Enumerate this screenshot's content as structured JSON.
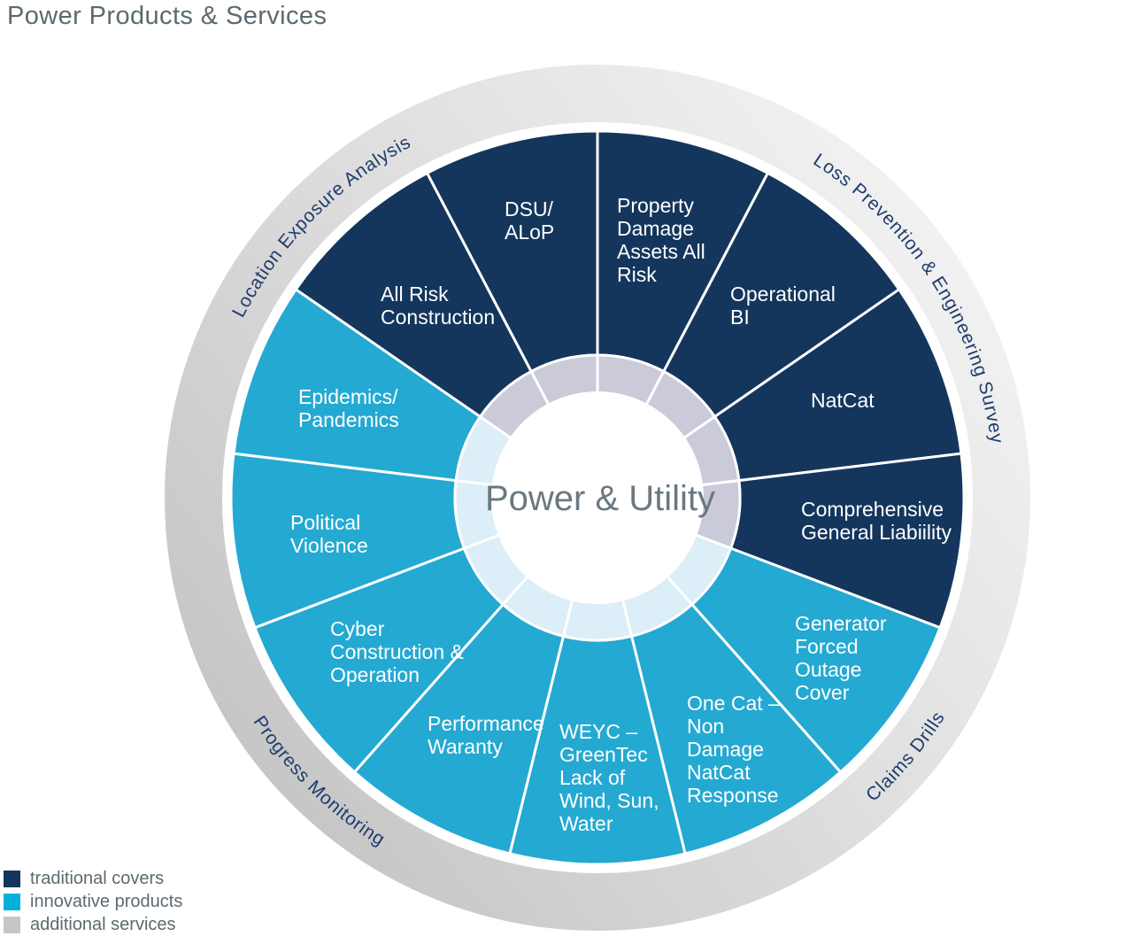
{
  "page": {
    "title": "Power Products & Services"
  },
  "legend": [
    {
      "label": "traditional covers",
      "color": "#14365D"
    },
    {
      "label": "innovative products",
      "color": "#00B1DC"
    },
    {
      "label": "additional services",
      "color": "#C6C6C6"
    }
  ],
  "chart_data": {
    "type": "pie",
    "variant": "sunburst-wheel-infographic",
    "title": "Power Products & Services",
    "center_label": "Power & Utility",
    "palette": {
      "traditional": "#14365D",
      "innovative": "#24A9D2",
      "traditional_tint": "#CBCAD8",
      "innovative_tint": "#DCEEF7",
      "outer_ring_gray_dark": "#C3C3C3",
      "outer_ring_gray_light": "#F5F5F5",
      "ring_label_color": "#1E3C6C",
      "segment_label_color": "#FFFFFF"
    },
    "segment_angle_deg": 27.69,
    "segments": [
      {
        "name": "Property Damage Assets All Risk",
        "category": "traditional",
        "label_lines": [
          "Property",
          "Damage",
          "Assets All",
          "Risk"
        ]
      },
      {
        "name": "Operational BI",
        "category": "traditional",
        "label_lines": [
          "Operational",
          "BI"
        ]
      },
      {
        "name": "NatCat",
        "category": "traditional",
        "label_lines": [
          "NatCat"
        ]
      },
      {
        "name": "Comprehensive General Liabiility",
        "category": "traditional",
        "label_lines": [
          "Comprehensive",
          "General Liabiility"
        ]
      },
      {
        "name": "Generator Forced Outage Cover",
        "category": "innovative",
        "label_lines": [
          "Generator",
          "Forced",
          "Outage",
          "Cover"
        ]
      },
      {
        "name": "One Cat – Non Damage NatCat Response",
        "category": "innovative",
        "label_lines": [
          "One Cat –",
          "Non",
          "Damage",
          "NatCat",
          "Response"
        ]
      },
      {
        "name": "WEYC – GreenTec Lack of Wind, Sun, Water",
        "category": "innovative",
        "label_lines": [
          "WEYC –",
          "GreenTec",
          "Lack of",
          "Wind, Sun,",
          "Water"
        ]
      },
      {
        "name": "Performance Waranty",
        "category": "innovative",
        "label_lines": [
          "Performance",
          "Waranty"
        ]
      },
      {
        "name": "Cyber Construction & Operation",
        "category": "innovative",
        "label_lines": [
          "Cyber",
          "Construction &",
          "Operation"
        ]
      },
      {
        "name": "Political Violence",
        "category": "innovative",
        "label_lines": [
          "Political",
          "Violence"
        ]
      },
      {
        "name": "Epidemics/Pandemics",
        "category": "innovative",
        "label_lines": [
          "Epidemics/",
          "Pandemics"
        ]
      },
      {
        "name": "All Risk Construction",
        "category": "traditional",
        "label_lines": [
          "All Risk",
          "Construction"
        ]
      },
      {
        "name": "DSU/ALoP",
        "category": "traditional",
        "label_lines": [
          "DSU/",
          "ALoP"
        ]
      }
    ],
    "outer_ring": {
      "category": "additional services",
      "labels": [
        {
          "text": "Location Exposure Analysis",
          "arc": "top",
          "center_angle_deg": 314.5
        },
        {
          "text": "Loss Prevention & Engineering Survey",
          "arc": "top",
          "center_angle_deg": 57.5
        },
        {
          "text": "Claims Drills",
          "arc": "bottom",
          "center_angle_deg": 130
        },
        {
          "text": "Progress Monitoring",
          "arc": "bottom",
          "center_angle_deg": 224.5
        }
      ]
    }
  }
}
